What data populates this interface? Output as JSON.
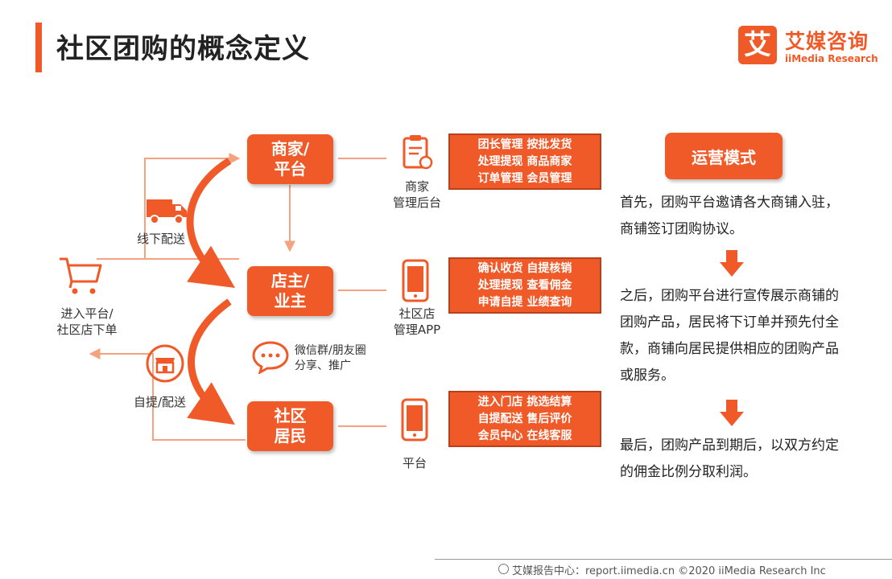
{
  "title": "社区团购的概念定义",
  "logo": {
    "mark": "艾",
    "name": "艾媒咨询",
    "sub": "iiMedia Research"
  },
  "roles": {
    "merchant": [
      "商家/",
      "平台"
    ],
    "shop_owner": [
      "店主/",
      "业主"
    ],
    "resident": [
      "社区",
      "居民"
    ]
  },
  "systems": {
    "merchant": {
      "label": [
        "商家",
        "管理后台"
      ],
      "functions": [
        "团长管理 按批发货",
        "处理提现 商品商家",
        "订单管理 会员管理"
      ]
    },
    "shop": {
      "label": [
        "社区店",
        "管理APP"
      ],
      "functions": [
        "确认收货 自提核销",
        "处理提现 查看佣金",
        "申请自提 业绩查询"
      ]
    },
    "resident": {
      "label": [
        "平台"
      ],
      "functions": [
        "进入门店 挑选结算",
        "自提配送 售后评价",
        "会员中心 在线客服"
      ]
    }
  },
  "flow_labels": {
    "offline_delivery": "线下配送",
    "enter_platform": [
      "进入平台/",
      "社区店下单"
    ],
    "pickup": "自提/配送",
    "wechat": [
      "微信群/朋友圈",
      "分享、推广"
    ]
  },
  "mode": {
    "title": "运营模式",
    "step1": "首先，团购平台邀请各大商铺入驻，商铺签订团购协议。",
    "step2": "之后，团购平台进行宣传展示商铺的团购产品，居民将下订单并预先付全款，商铺向居民提供相应的团购产品或服务。",
    "step3": "最后，团购产品到期后，以双方约定的佣金比例分取利润。"
  },
  "footer": "艾媒报告中心：report.iimedia.cn  ©2020 iiMedia Research Inc",
  "colors": {
    "accent": "#f05a28",
    "accent_dark": "#b8401a",
    "line": "#f4a27f"
  },
  "icons": {
    "truck": "truck-icon",
    "cart": "shopping-cart-icon",
    "shop": "storefront-icon",
    "chat": "chat-bubble-icon",
    "clipboard": "clipboard-icon",
    "phone": "smartphone-icon",
    "arrow": "arrow-down-icon"
  }
}
